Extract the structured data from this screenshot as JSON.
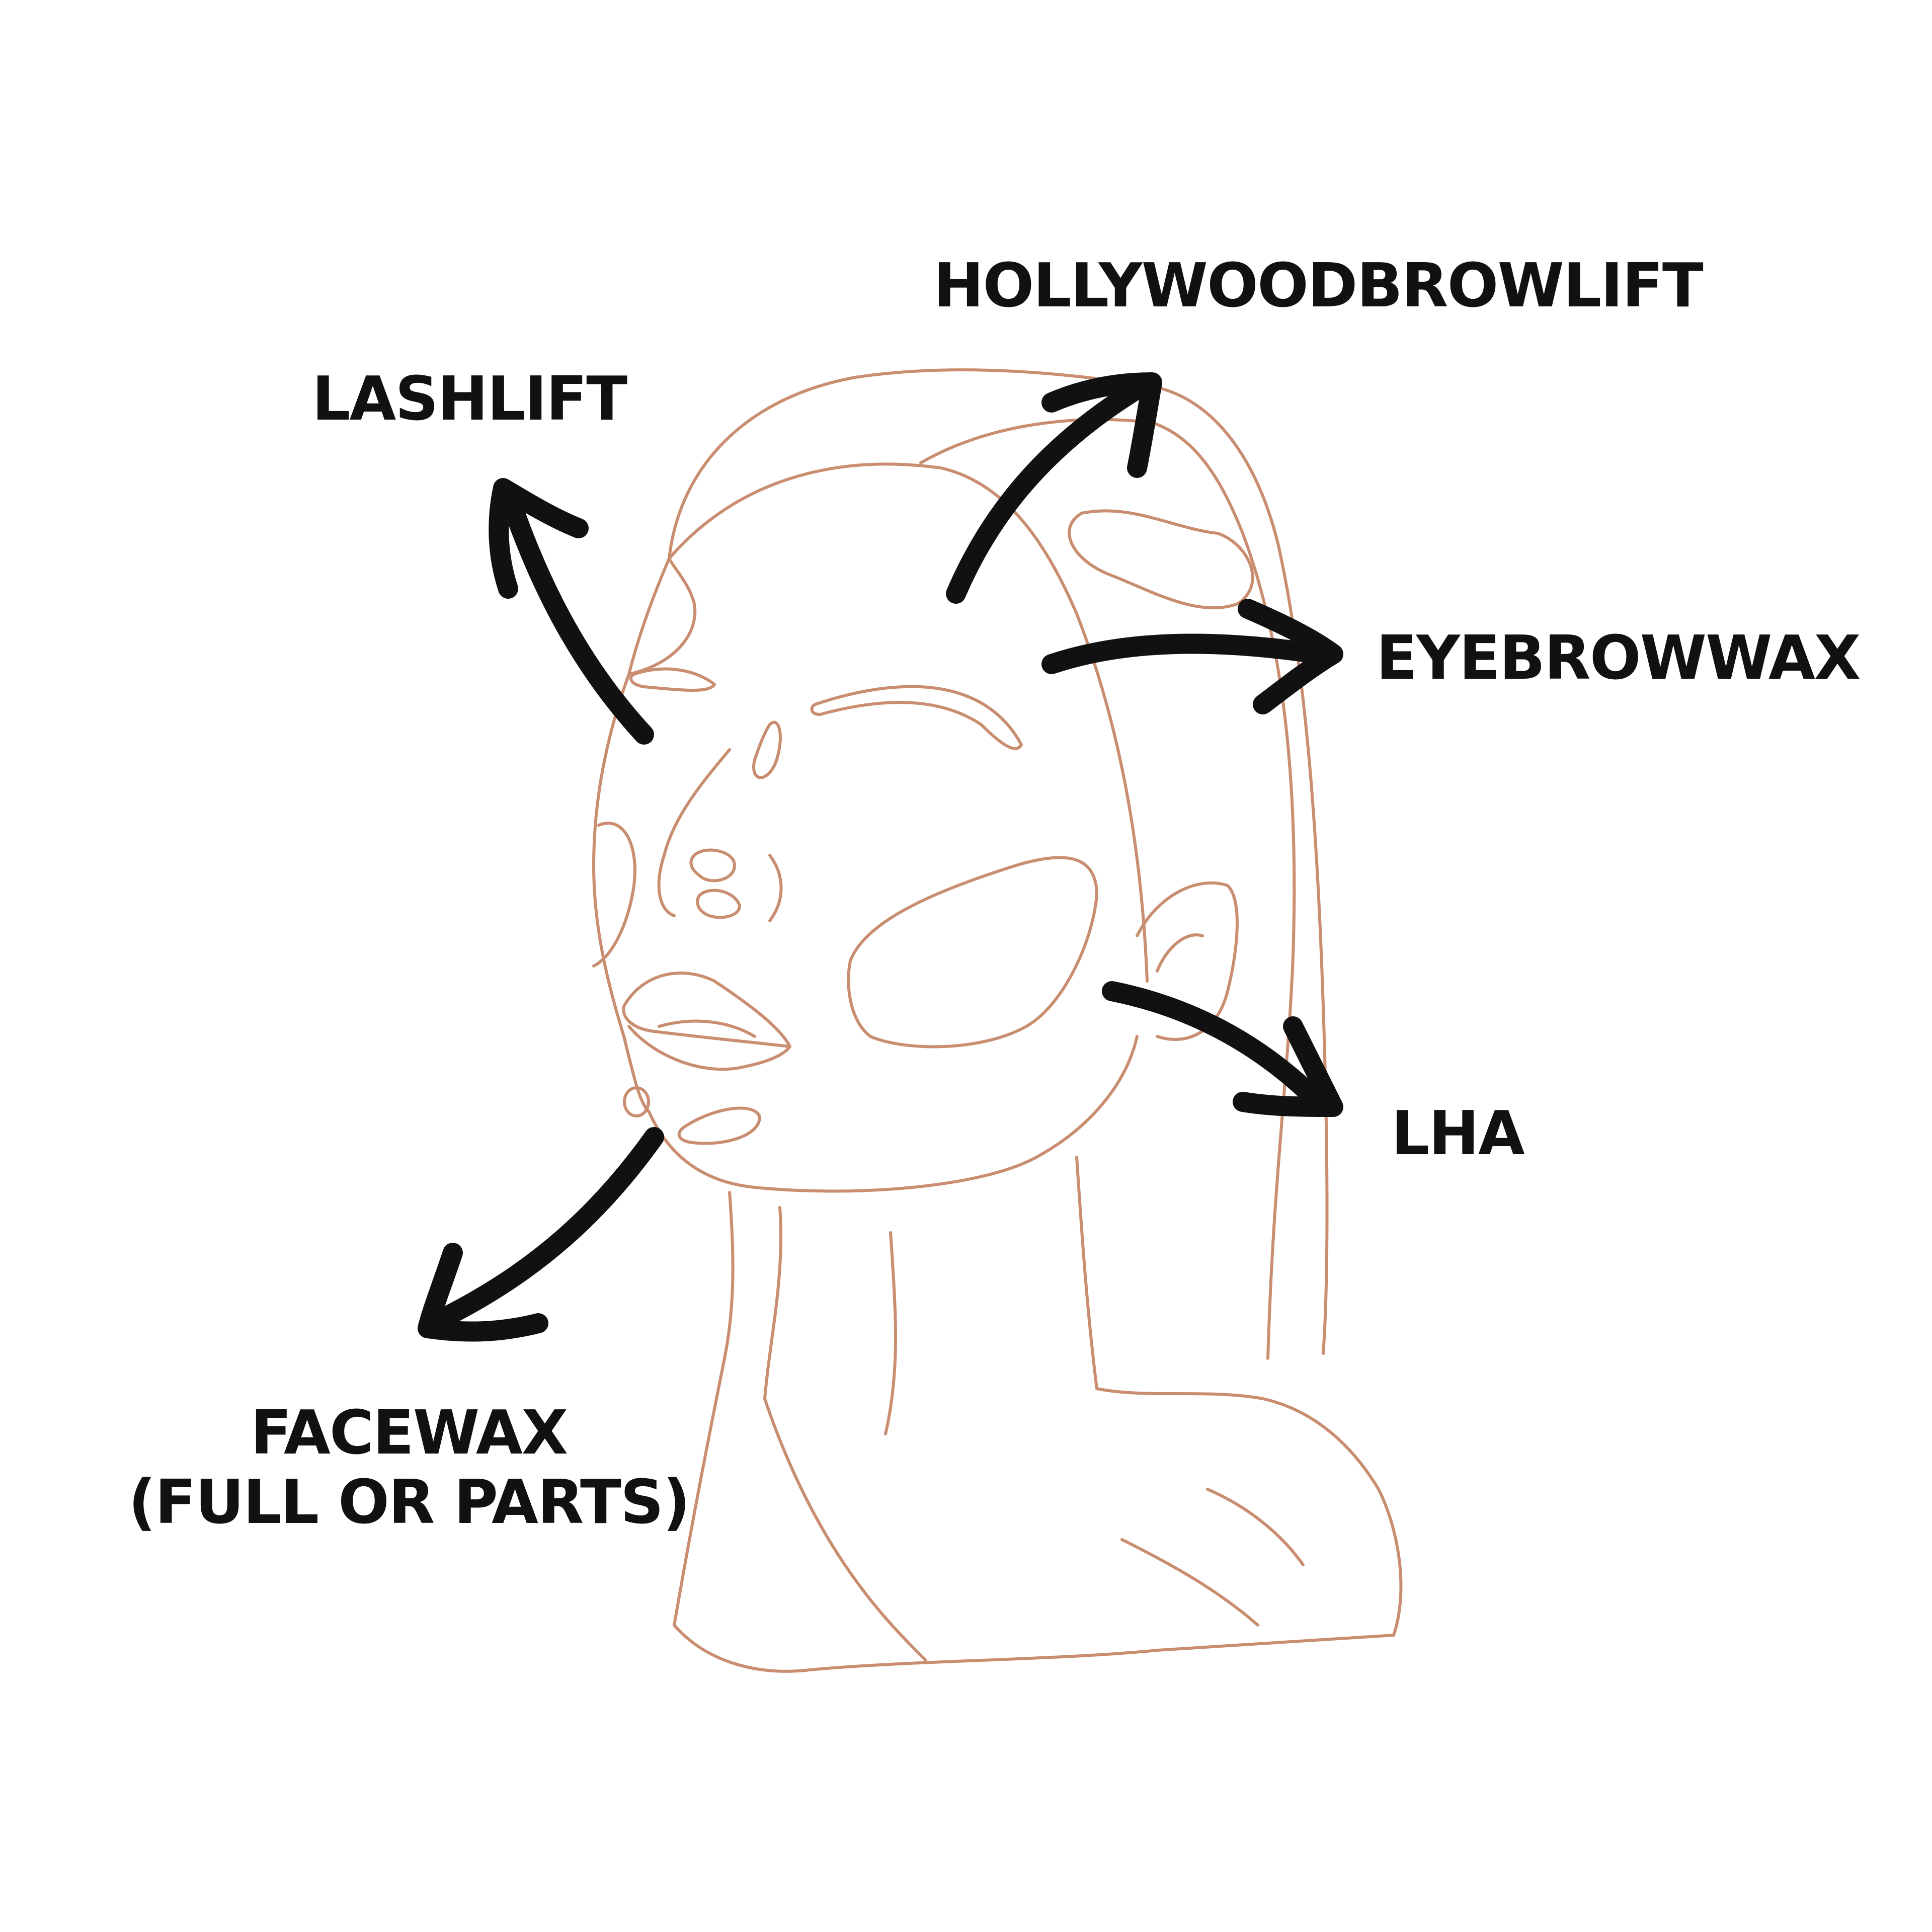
{
  "labels": {
    "hollywood_brow_lift": "HOLLYWOODBROWLIFT",
    "lash_lift": "LASHLIFT",
    "eyebrow_wax": "EYEBROWWAX",
    "lha": "LHA",
    "face_wax_line1": "FACEWAX",
    "face_wax_line2": "(FULL OR PARTS)"
  },
  "colors": {
    "line_art": "#c98d70",
    "arrow": "#111111",
    "text": "#111111",
    "background": "#ffffff"
  },
  "icons": {
    "illustration": "face-line-art-icon",
    "arrow": "curved-arrow-icon"
  }
}
